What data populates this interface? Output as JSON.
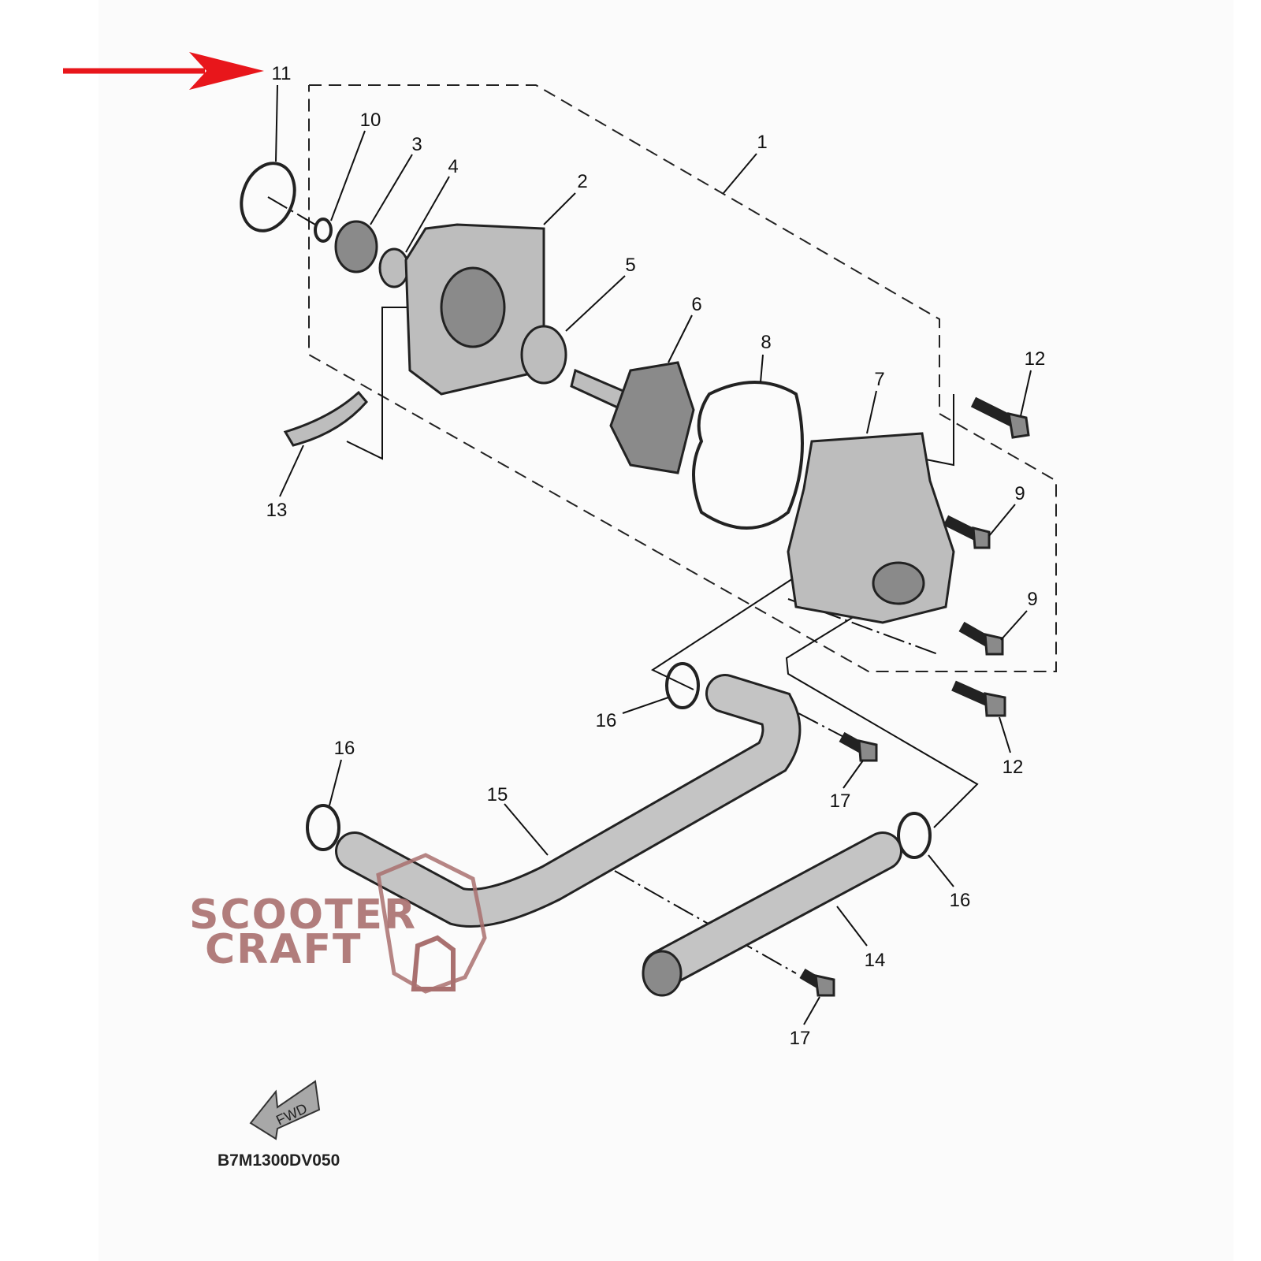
{
  "diagram_code": "B7M1300DV050",
  "fwd_label": "FWD",
  "watermark": "SCOOTER CRAFT",
  "colors": {
    "arrow": "#e8161b",
    "watermark": "#a9706f"
  },
  "callouts": [
    "11",
    "10",
    "3",
    "4",
    "2",
    "1",
    "5",
    "6",
    "8",
    "12",
    "7",
    "9",
    "9",
    "13",
    "16",
    "16",
    "15",
    "17",
    "12",
    "16",
    "14",
    "17"
  ]
}
